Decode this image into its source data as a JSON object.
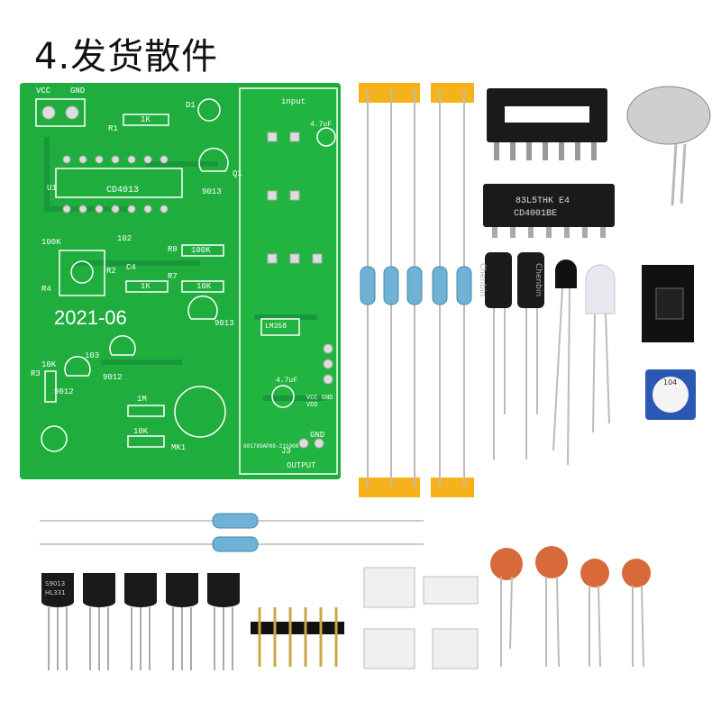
{
  "title": "4.发货散件",
  "pcb": {
    "vcc": "VCC",
    "gnd": "GND",
    "date": "2021-06",
    "chip_label": "CD4013",
    "u1": "U1",
    "r1": "R1",
    "r1_val": "1K",
    "d1": "D1",
    "q1": "Q1",
    "q1_val": "9013",
    "r8": "R8",
    "r8_val": "100K",
    "r7": "R7",
    "r7_val": "10K",
    "r4": "R4",
    "r4_val": "100K",
    "r2": "R2",
    "r2_val": "1K",
    "c4_val": "102",
    "c4": "C4",
    "q3_val": "9013",
    "c1_val": "103",
    "q2_val": "9012",
    "q4_val": "9012",
    "r6_val": "1M",
    "r5_val": "10K",
    "mk1": "MK1",
    "r3": "R3",
    "r3_val": "10K",
    "input": "input",
    "c2_val": "4.7uF",
    "lm358": "LM358",
    "vcc2": "VCC GND VDD",
    "c7_val": "4.7uF",
    "output": "OUTPUT",
    "gnd2": "GND",
    "j3": "J3",
    "code": "801789AP88-211008"
  },
  "parts": {
    "ic_label_line1": "83L5THK E4",
    "ic_label_line2": "CD4001BE",
    "cap_brand": "Chenbin",
    "transistor_code": "S9013",
    "transistor_sub": "HL331",
    "pot_label": "104"
  },
  "colors": {
    "pcb": "#1fae3e",
    "tape": "#f6b21b",
    "capacitor_ceramic": "#d86a3a",
    "resistor": "#6fb2d6"
  }
}
